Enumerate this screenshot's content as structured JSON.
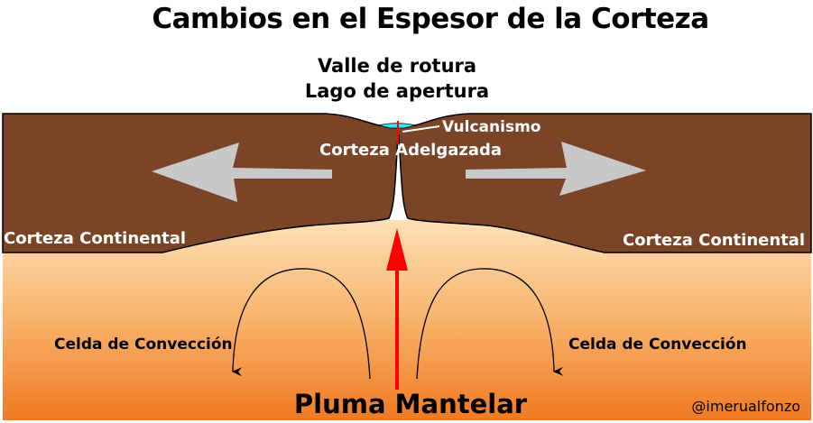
{
  "title": "Cambios en el Espesor de la Corteza",
  "labels": {
    "valle": "Valle de rotura",
    "lago": "Lago de apertura",
    "vulcanismo": "Vulcanismo",
    "corteza_adelgazada": "Corteza Adelgazada",
    "corteza_continental_left": "Corteza Continental",
    "corteza_continental_right": "Corteza Continental",
    "celda_left": "Celda de Convección",
    "celda_right": "Celda de Convección",
    "pluma": "Pluma Mantelar",
    "credit": "@imerualfonzo"
  },
  "colors": {
    "crust": "#7a4527",
    "mantle_top": "#fde0b6",
    "mantle_bottom": "#f07a22",
    "lake": "#3fdcf4",
    "plume_arrow": "#ff0000",
    "spread_arrows": "#c8c8c8"
  }
}
